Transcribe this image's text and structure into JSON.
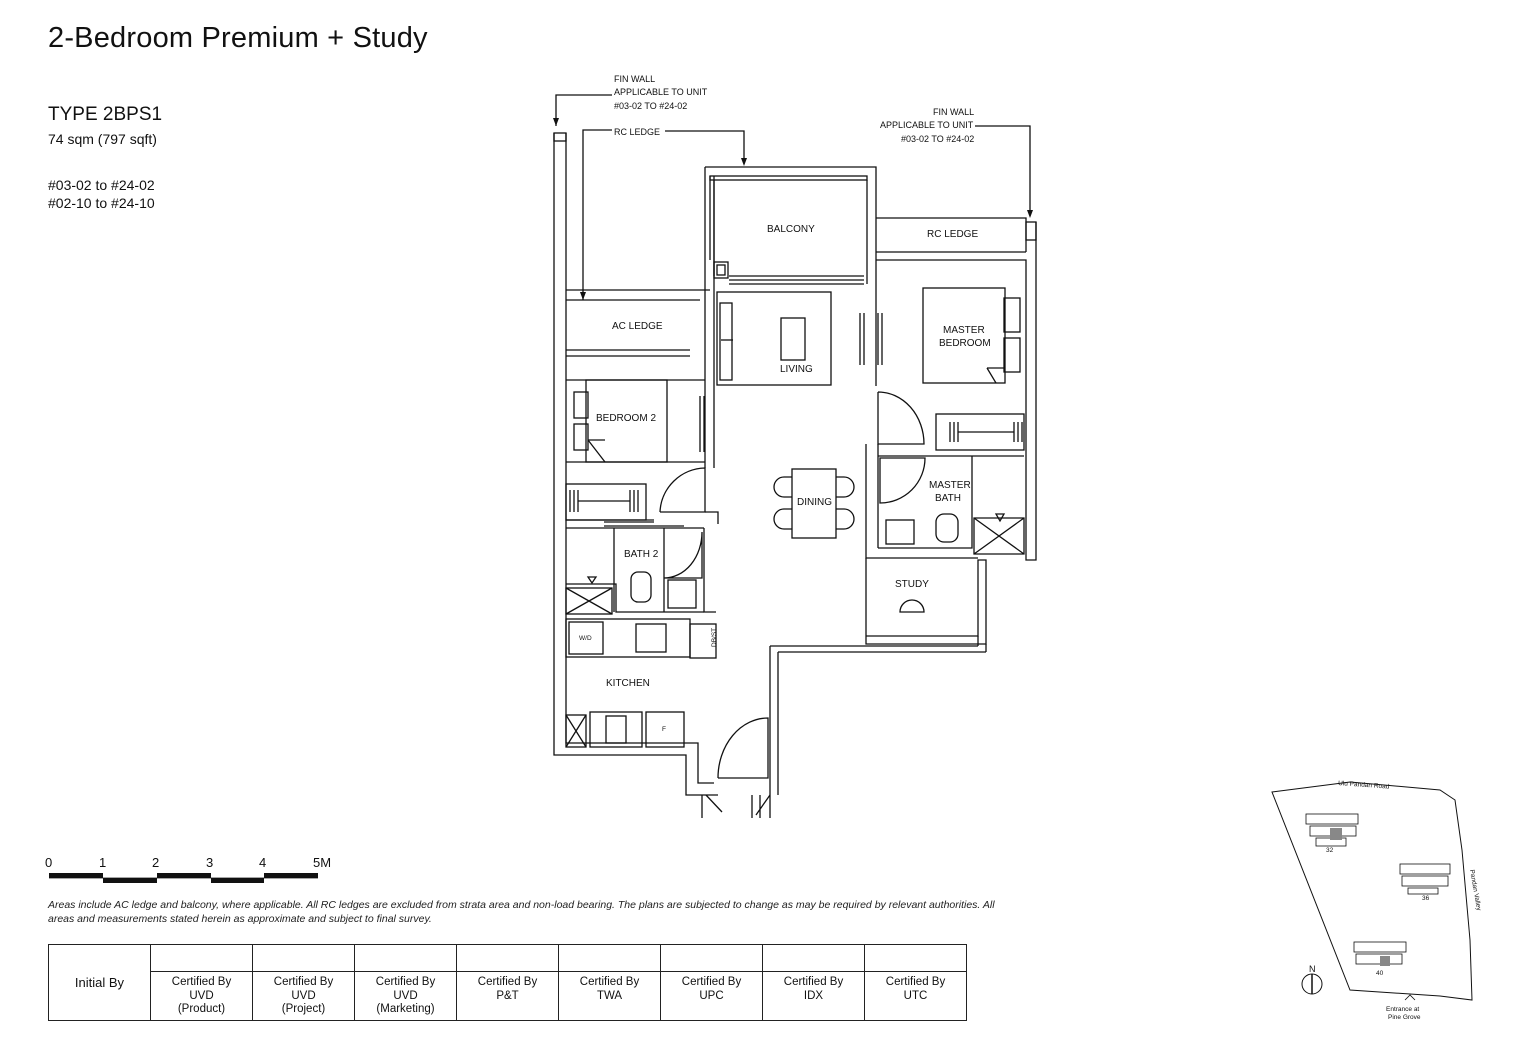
{
  "title": "2-Bedroom Premium + Study",
  "unit_type": "TYPE 2BPS1",
  "area": "74 sqm (797 sqft)",
  "unit_ranges": [
    "#03-02 to #24-02",
    "#02-10 to #24-10"
  ],
  "annotations": {
    "fin_wall_left": [
      "FIN WALL",
      "APPLICABLE TO UNIT",
      "#03-02 TO #24-02"
    ],
    "rc_ledge_top": "RC LEDGE",
    "fin_wall_right": [
      "FIN WALL",
      "APPLICABLE TO UNIT",
      "#03-02 TO #24-02"
    ]
  },
  "rooms": {
    "balcony": "BALCONY",
    "rc_ledge": "RC LEDGE",
    "ac_ledge": "AC LEDGE",
    "living": "LIVING",
    "master_bedroom": [
      "MASTER",
      "BEDROOM"
    ],
    "bedroom_2": "BEDROOM 2",
    "dining": "DINING",
    "master_bath": [
      "MASTER",
      "BATH"
    ],
    "bath_2": "BATH 2",
    "study": "STUDY",
    "kitchen": "KITCHEN",
    "wd": "W/D",
    "db_st": "DB/ST",
    "fridge": "F"
  },
  "scale_bar": {
    "ticks": [
      "0",
      "1",
      "2",
      "3",
      "4",
      "5M"
    ]
  },
  "disclaimer": "Areas include AC ledge and balcony, where applicable. All RC ledges are excluded from strata area and non-load bearing. The plans are subjected to change as may be required by relevant authorities. All areas and measurements stated herein as approximate and subject to final survey.",
  "certification": {
    "initial_by": "Initial By",
    "columns": [
      [
        "Certified By",
        "UVD",
        "(Product)"
      ],
      [
        "Certified By",
        "UVD",
        "(Project)"
      ],
      [
        "Certified By",
        "UVD",
        "(Marketing)"
      ],
      [
        "Certified By",
        "P&T"
      ],
      [
        "Certified By",
        "TWA"
      ],
      [
        "Certified By",
        "UPC"
      ],
      [
        "Certified By",
        "IDX"
      ],
      [
        "Certified By",
        "UTC"
      ]
    ]
  },
  "site_plan": {
    "road_top": "Ulu Pandan Road",
    "road_right": "Pandan Valley",
    "entrance": [
      "Entrance at",
      "Pine Grove"
    ],
    "north": "N",
    "block_numbers": [
      "32",
      "36",
      "40"
    ]
  }
}
